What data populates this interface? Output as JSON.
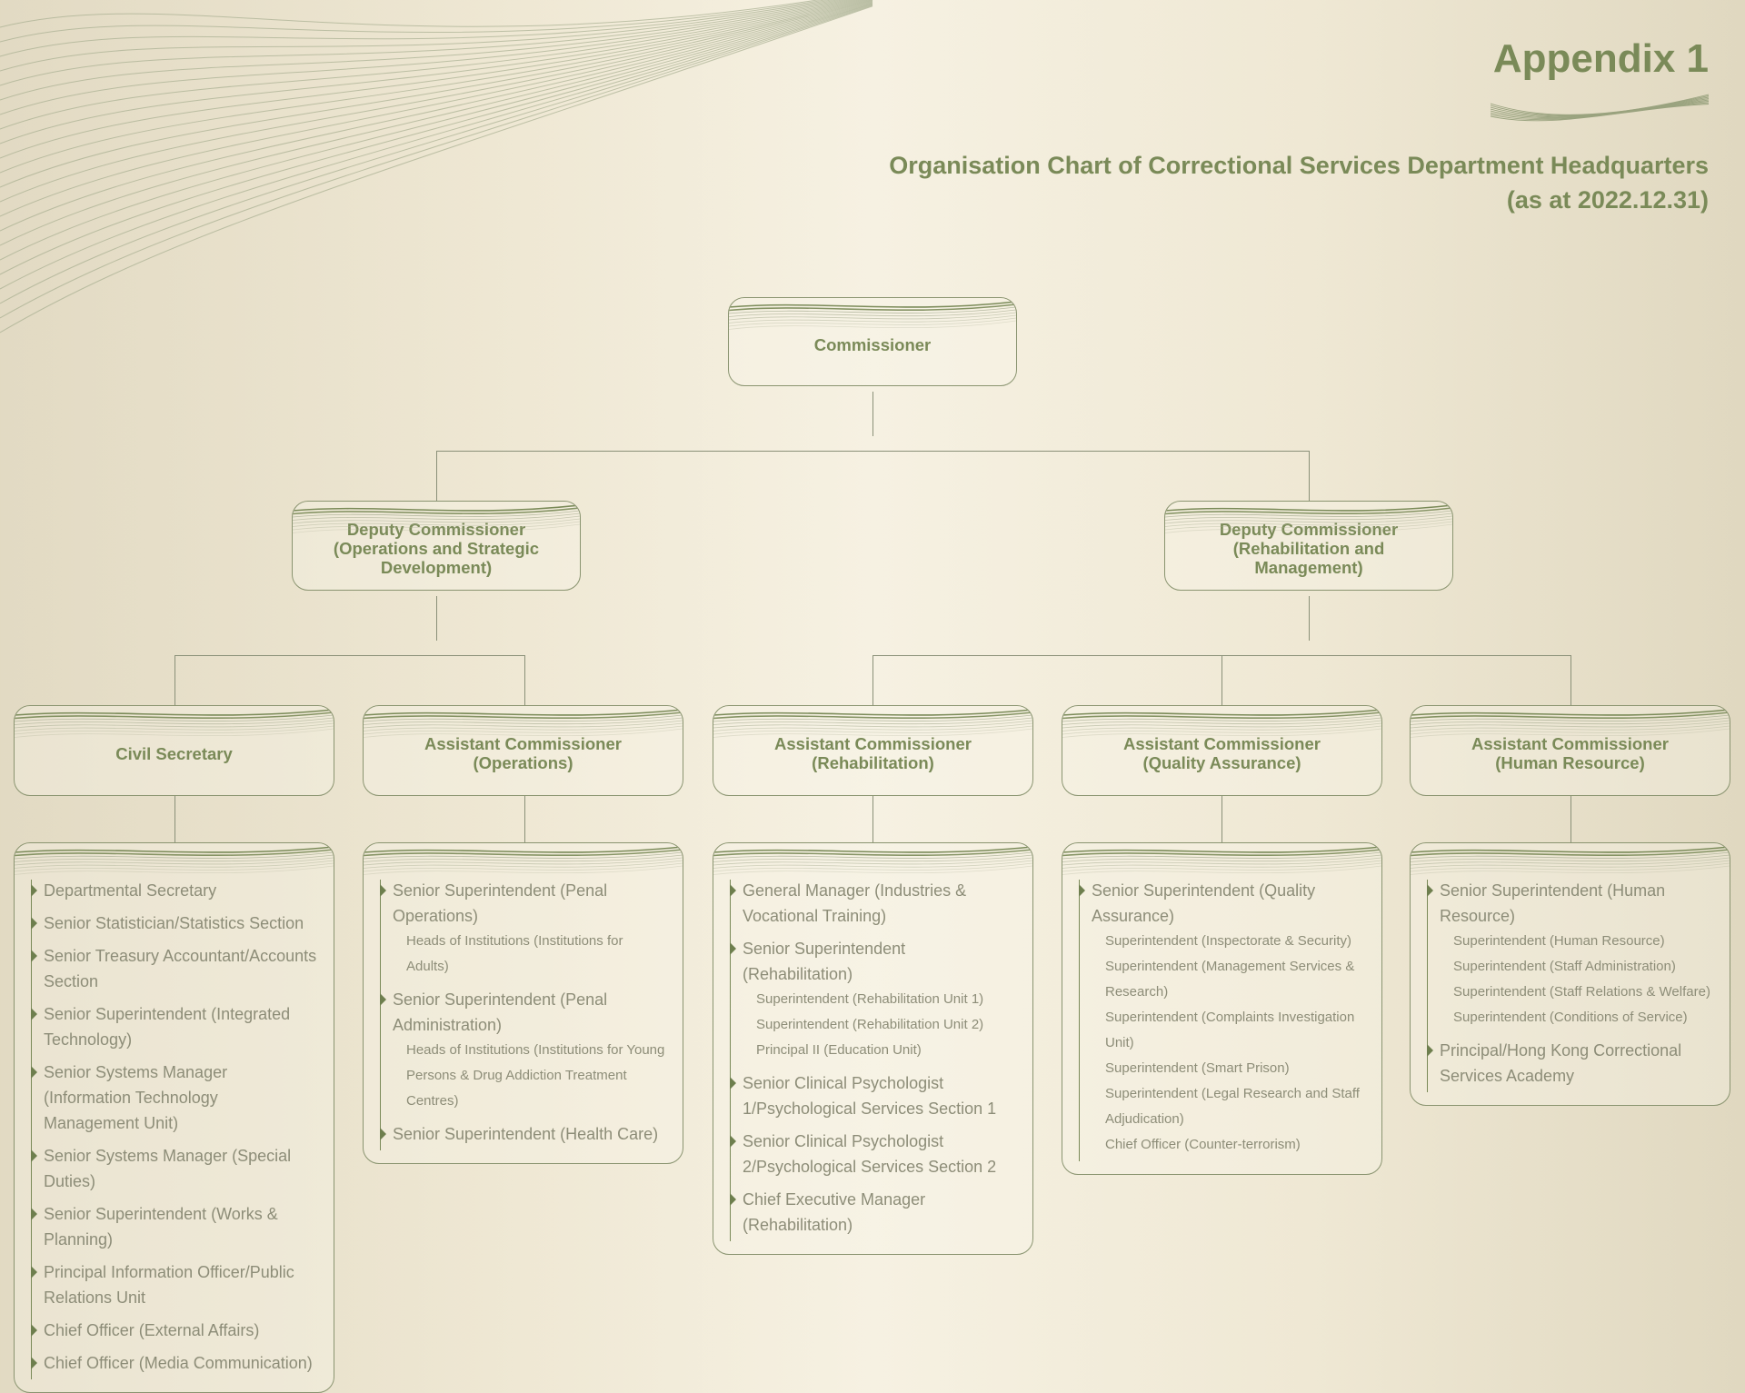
{
  "header": {
    "appendix": "Appendix 1",
    "title_line1": "Organisation Chart of Correctional Services Department Headquarters",
    "title_line2": "(as at 2022.12.31)"
  },
  "colors": {
    "accent": "#7a8a58",
    "text": "#8d8d78",
    "line": "#8a9078"
  },
  "commissioner": "Commissioner",
  "deputies": [
    "Deputy Commissioner (Operations and Strategic Development)",
    "Deputy Commissioner (Rehabilitation and Management)"
  ],
  "units": [
    {
      "title": "Civil Secretary",
      "items": [
        {
          "label": "Departmental Secretary",
          "subs": []
        },
        {
          "label": "Senior Statistician/Statistics Section",
          "subs": []
        },
        {
          "label": "Senior Treasury Accountant/Accounts Section",
          "subs": []
        },
        {
          "label": "Senior Superintendent (Integrated Technology)",
          "subs": []
        },
        {
          "label": "Senior Systems Manager (Information Technology Management Unit)",
          "subs": []
        },
        {
          "label": "Senior Systems Manager (Special Duties)",
          "subs": []
        },
        {
          "label": "Senior Superintendent (Works & Planning)",
          "subs": []
        },
        {
          "label": "Principal Information Officer/Public Relations Unit",
          "subs": []
        },
        {
          "label": "Chief Officer (External Affairs)",
          "subs": []
        },
        {
          "label": "Chief Officer (Media Communication)",
          "subs": []
        }
      ]
    },
    {
      "title": "Assistant Commissioner (Operations)",
      "items": [
        {
          "label": "Senior Superintendent (Penal Operations)",
          "subs": [
            "Heads of Institutions (Institutions for Adults)"
          ]
        },
        {
          "label": "Senior Superintendent (Penal Administration)",
          "subs": [
            "Heads of Institutions (Institutions for Young Persons & Drug Addiction Treatment Centres)"
          ]
        },
        {
          "label": "Senior Superintendent (Health Care)",
          "subs": []
        }
      ]
    },
    {
      "title": "Assistant Commissioner (Rehabilitation)",
      "items": [
        {
          "label": "General Manager (Industries & Vocational Training)",
          "subs": []
        },
        {
          "label": "Senior Superintendent (Rehabilitation)",
          "subs": [
            "Superintendent (Rehabilitation Unit 1)",
            "Superintendent (Rehabilitation Unit 2)",
            "Principal II (Education Unit)"
          ]
        },
        {
          "label": "Senior Clinical Psychologist 1/Psychological Services Section 1",
          "subs": []
        },
        {
          "label": "Senior Clinical Psychologist 2/Psychological Services Section 2",
          "subs": []
        },
        {
          "label": "Chief Executive Manager (Rehabilitation)",
          "subs": []
        }
      ]
    },
    {
      "title": "Assistant Commissioner (Quality Assurance)",
      "items": [
        {
          "label": "Senior Superintendent (Quality Assurance)",
          "subs": [
            "Superintendent (Inspectorate & Security)",
            "Superintendent (Management Services & Research)",
            "Superintendent (Complaints Investigation Unit)",
            "Superintendent (Smart Prison)",
            "Superintendent (Legal Research and Staff Adjudication)",
            "Chief Officer (Counter-terrorism)"
          ]
        }
      ]
    },
    {
      "title": "Assistant Commissioner (Human Resource)",
      "items": [
        {
          "label": "Senior Superintendent (Human Resource)",
          "subs": [
            "Superintendent (Human Resource)",
            "Superintendent (Staff Administration)",
            "Superintendent (Staff Relations & Welfare)",
            "Superintendent (Conditions of Service)"
          ]
        },
        {
          "label": "Principal/Hong Kong Correctional Services Academy",
          "subs": []
        }
      ]
    }
  ]
}
